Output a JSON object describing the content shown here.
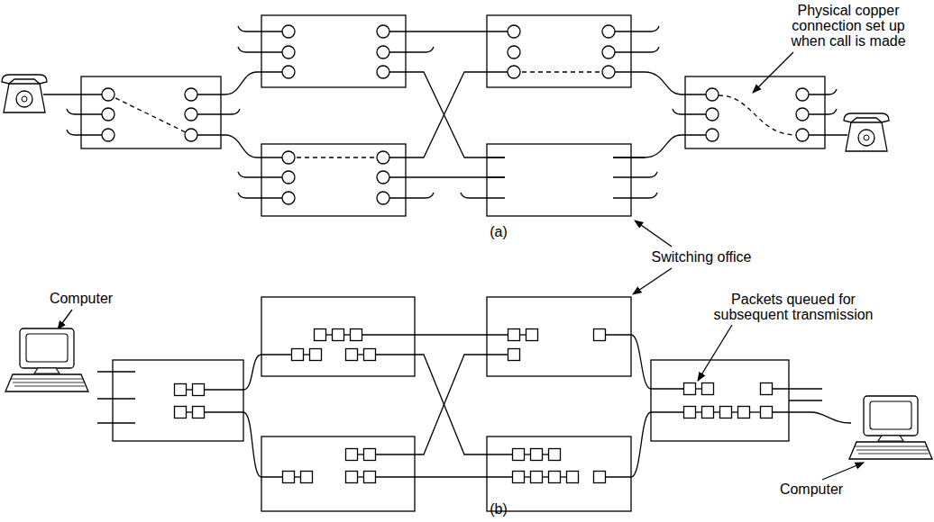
{
  "diagram": {
    "labels": [
      "Physical copper connection set up when call is made",
      "(a)",
      "Switching office",
      "Computer",
      "Packets queued for subsequent transmission",
      "Computer",
      "(b)"
    ]
  }
}
